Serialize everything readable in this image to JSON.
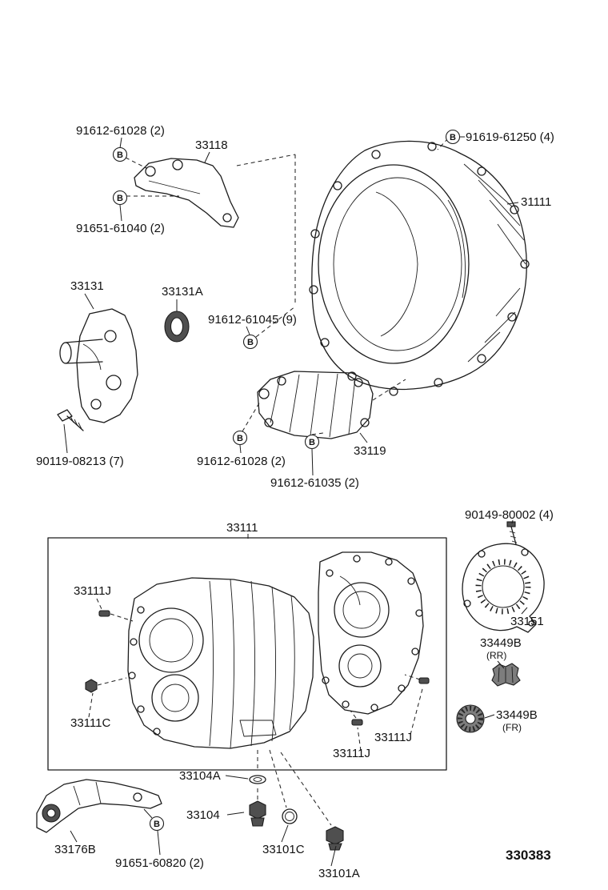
{
  "figure": {
    "code": "330383"
  },
  "marker": {
    "b": "B"
  },
  "callouts": {
    "bolt_91612_61028_top": "91612-61028 (2)",
    "part_33118": "33118",
    "bolt_91619_61250": "91619-61250 (4)",
    "part_31111_top": "31111",
    "bolt_91651_61040": "91651-61040 (2)",
    "part_33131": "33131",
    "part_33131a": "33131A",
    "bolt_91612_61045": "91612-61045 (9)",
    "bolt_90119_08213": "90119-08213 (7)",
    "bolt_91612_61028_mid": "91612-61028 (2)",
    "part_33119": "33119",
    "bolt_91612_61035": "91612-61035 (2)",
    "part_33111_box": "33111",
    "bolt_90149_80002": "90149-80002 (4)",
    "part_33151": "33151",
    "part_33449b_rr": "33449B",
    "sub_rr": "(RR)",
    "part_33449b_fr": "33449B",
    "sub_fr": "(FR)",
    "part_33111j_a": "33111J",
    "part_33111c": "33111C",
    "part_33111j_b": "33111J",
    "part_33111j_c": "33111J",
    "part_33104a": "33104A",
    "part_33104": "33104",
    "part_33176b": "33176B",
    "bolt_91651_60820": "91651-60820 (2)",
    "part_33101c": "33101C",
    "part_33101a": "33101A"
  }
}
